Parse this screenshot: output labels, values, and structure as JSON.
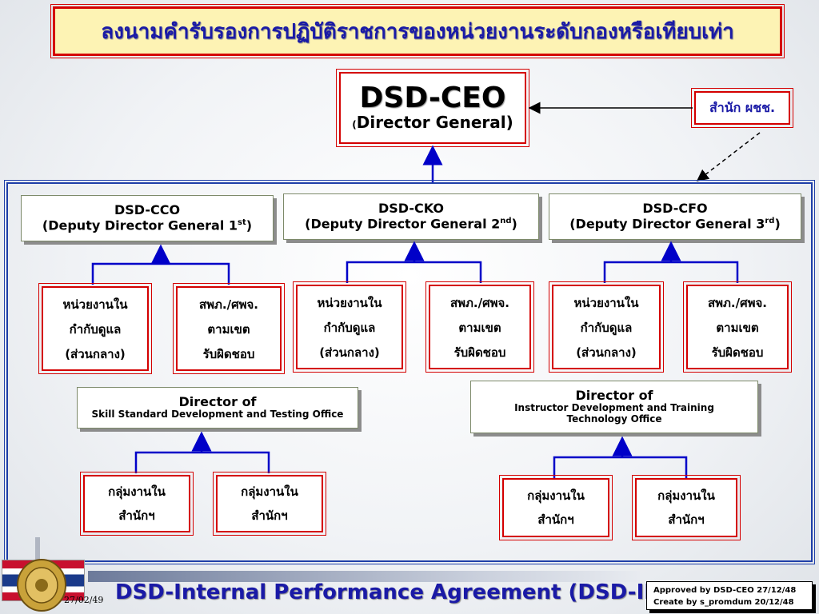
{
  "header": {
    "title": "ลงนามคำรับรองการปฏิบัติราชการของหน่วยงานระดับกองหรือเทียบเท่า"
  },
  "ceo": {
    "name": "DSD-CEO",
    "open_paren": "(",
    "role": "Director General)"
  },
  "side_office": {
    "label": "สำนัก ผชช."
  },
  "deputies": [
    {
      "name": "DSD-CCO",
      "role_prefix": "(Deputy Director General 1",
      "sup": "st",
      "role_suffix": ")"
    },
    {
      "name": "DSD-CKO",
      "role_prefix": "(Deputy Director General 2",
      "sup": "nd",
      "role_suffix": ")"
    },
    {
      "name": "DSD-CFO",
      "role_prefix": "(Deputy Director General 3",
      "sup": "rd",
      "role_suffix": ")"
    }
  ],
  "units": {
    "central": [
      "หน่วยงานใน",
      "กำกับดูแล",
      "(ส่วนกลาง)"
    ],
    "regional": [
      "สพภ./ศพจ.",
      "ตามเขต",
      "รับผิดชอบ"
    ]
  },
  "directors": [
    {
      "title": "Director of",
      "office": "Skill Standard Development and Testing Office"
    },
    {
      "title": "Director of",
      "office": "Instructor Development and Training Technology Office"
    }
  ],
  "groups": {
    "line1": "กลุ่มงานใน",
    "line2": "สำนักฯ"
  },
  "footer": {
    "date": "27/02/49",
    "title": "DSD-Internal Performance Agreement (DSD-IPA)",
    "approved": "Approved by DSD-CEO  27/12/48",
    "created": "Create by s_promdum  20/12/48"
  }
}
